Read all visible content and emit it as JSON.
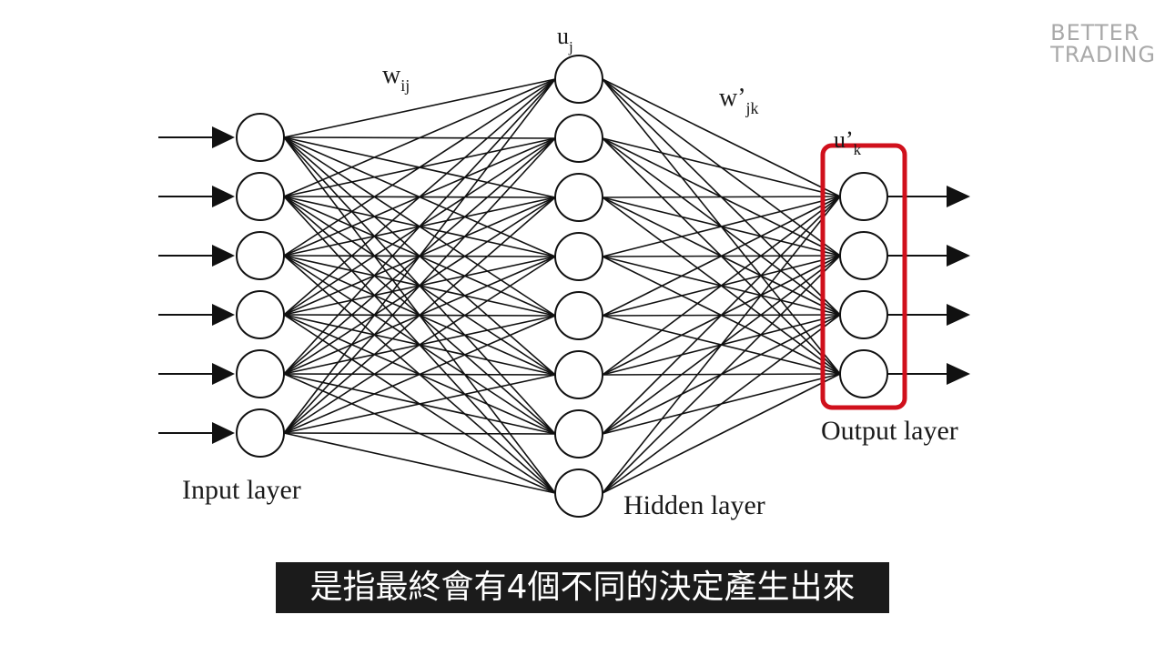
{
  "diagram": {
    "labels": {
      "weight_input_hidden": "w",
      "weight_input_hidden_sub": "ij",
      "hidden_node": "u",
      "hidden_node_sub": "j",
      "weight_hidden_output": "w’",
      "weight_hidden_output_sub": "jk",
      "output_node": "u’",
      "output_node_sub": "k",
      "input_layer": "Input layer",
      "hidden_layer": "Hidden layer",
      "output_layer": "Output layer"
    },
    "layers": {
      "input_nodes": 6,
      "hidden_nodes": 8,
      "output_nodes": 4
    },
    "highlight_color": "#d0101c",
    "line_color": "#111111"
  },
  "brand": {
    "line1": "BETTER",
    "line2": "TRADING"
  },
  "subtitle": {
    "text": "是指最終會有4個不同的決定產生出來"
  }
}
